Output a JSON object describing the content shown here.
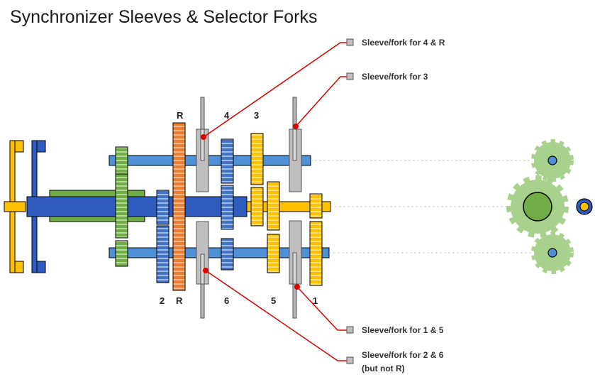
{
  "title": "Synchronizer Sleeves & Selector Forks",
  "gear_labels_top": [
    "R",
    "4",
    "3"
  ],
  "gear_labels_bottom": [
    "2",
    "R",
    "6",
    "5",
    "1"
  ],
  "callouts": [
    {
      "line1": "Sleeve/fork for 4 & R",
      "line2": ""
    },
    {
      "line1": "Sleeve/fork for 3",
      "line2": ""
    },
    {
      "line1": "Sleeve/fork for 1 & 5",
      "line2": ""
    },
    {
      "line1": "Sleeve/fork for 2 & 6",
      "line2": "(but not R)"
    }
  ],
  "colors": {
    "shaft": "#4f8fd6",
    "main_shaft": "#2f5bbf",
    "yellow": "#ffc000",
    "green": "#70ad47",
    "orange": "#ed7d31",
    "grey": "#b4b4b4",
    "red": "#e00000",
    "light_green": "#a9d18e"
  }
}
